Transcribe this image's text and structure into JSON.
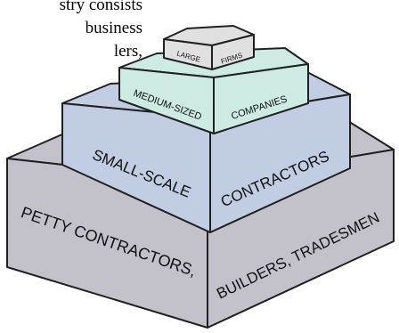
{
  "text_fragment": {
    "lines": [
      "stry consists",
      "business",
      "lers,",
      "."
    ]
  },
  "pyramid": {
    "tiers": [
      {
        "label_left": "PETTY CONTRACTORS,",
        "label_right": "BUILDERS, TRADESMEN",
        "color": "#c3c2ca"
      },
      {
        "label_left": "SMALL-SCALE",
        "label_right": "CONTRACTORS",
        "color": "#c0cde3"
      },
      {
        "label_left": "MEDIUM-SIZED",
        "label_right": "COMPANIES",
        "color": "#cdeae3"
      },
      {
        "label_left": "LARGE",
        "label_right": "FIRMS",
        "color": "#e0e0e0"
      }
    ]
  }
}
